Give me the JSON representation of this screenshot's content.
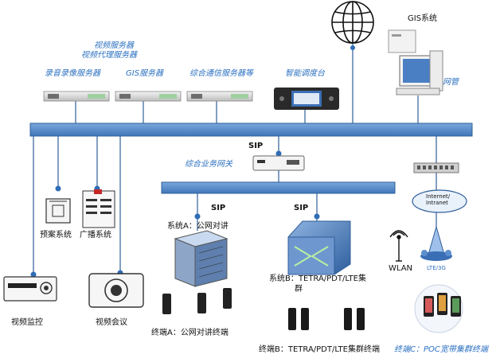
{
  "labels": {
    "video_server": "视频服务器",
    "video_proxy_server": "视频代理服务器",
    "record_server": "录音录像服务器",
    "gis_server": "GIS服务器",
    "comm_server": "综合通信服务器等",
    "dispatch_console": "智能调度台",
    "gis_system": "GIS系统",
    "netmgmt": "网管",
    "sip_gateway": "SIP",
    "gateway": "综合业务网关",
    "sip_a": "SIP",
    "sip_b": "SIP",
    "plan_system": "预案系统",
    "broadcast_system": "广播系统",
    "system_a": "系统A：公网对讲",
    "system_b_line1": "系统B：TETRA/PDT/LTE集",
    "system_b_line2": "群",
    "wlan": "WLAN",
    "internet_line1": "Internet/",
    "internet_line2": "Intranet",
    "lte_3g": "LTE/3G",
    "video_monitor": "视频监控",
    "video_conference": "视频会议",
    "terminal_a": "终端A：公网对讲终端",
    "terminal_b": "终端B：TETRA/PDT/LTE集群终端",
    "terminal_c": "终端C：POC宽带集群终端"
  },
  "colors": {
    "bus": "#4f86c6",
    "bus_border": "#2f5f99",
    "text_blue": "#2a6fc0",
    "node_dot": "#2f6db5"
  }
}
